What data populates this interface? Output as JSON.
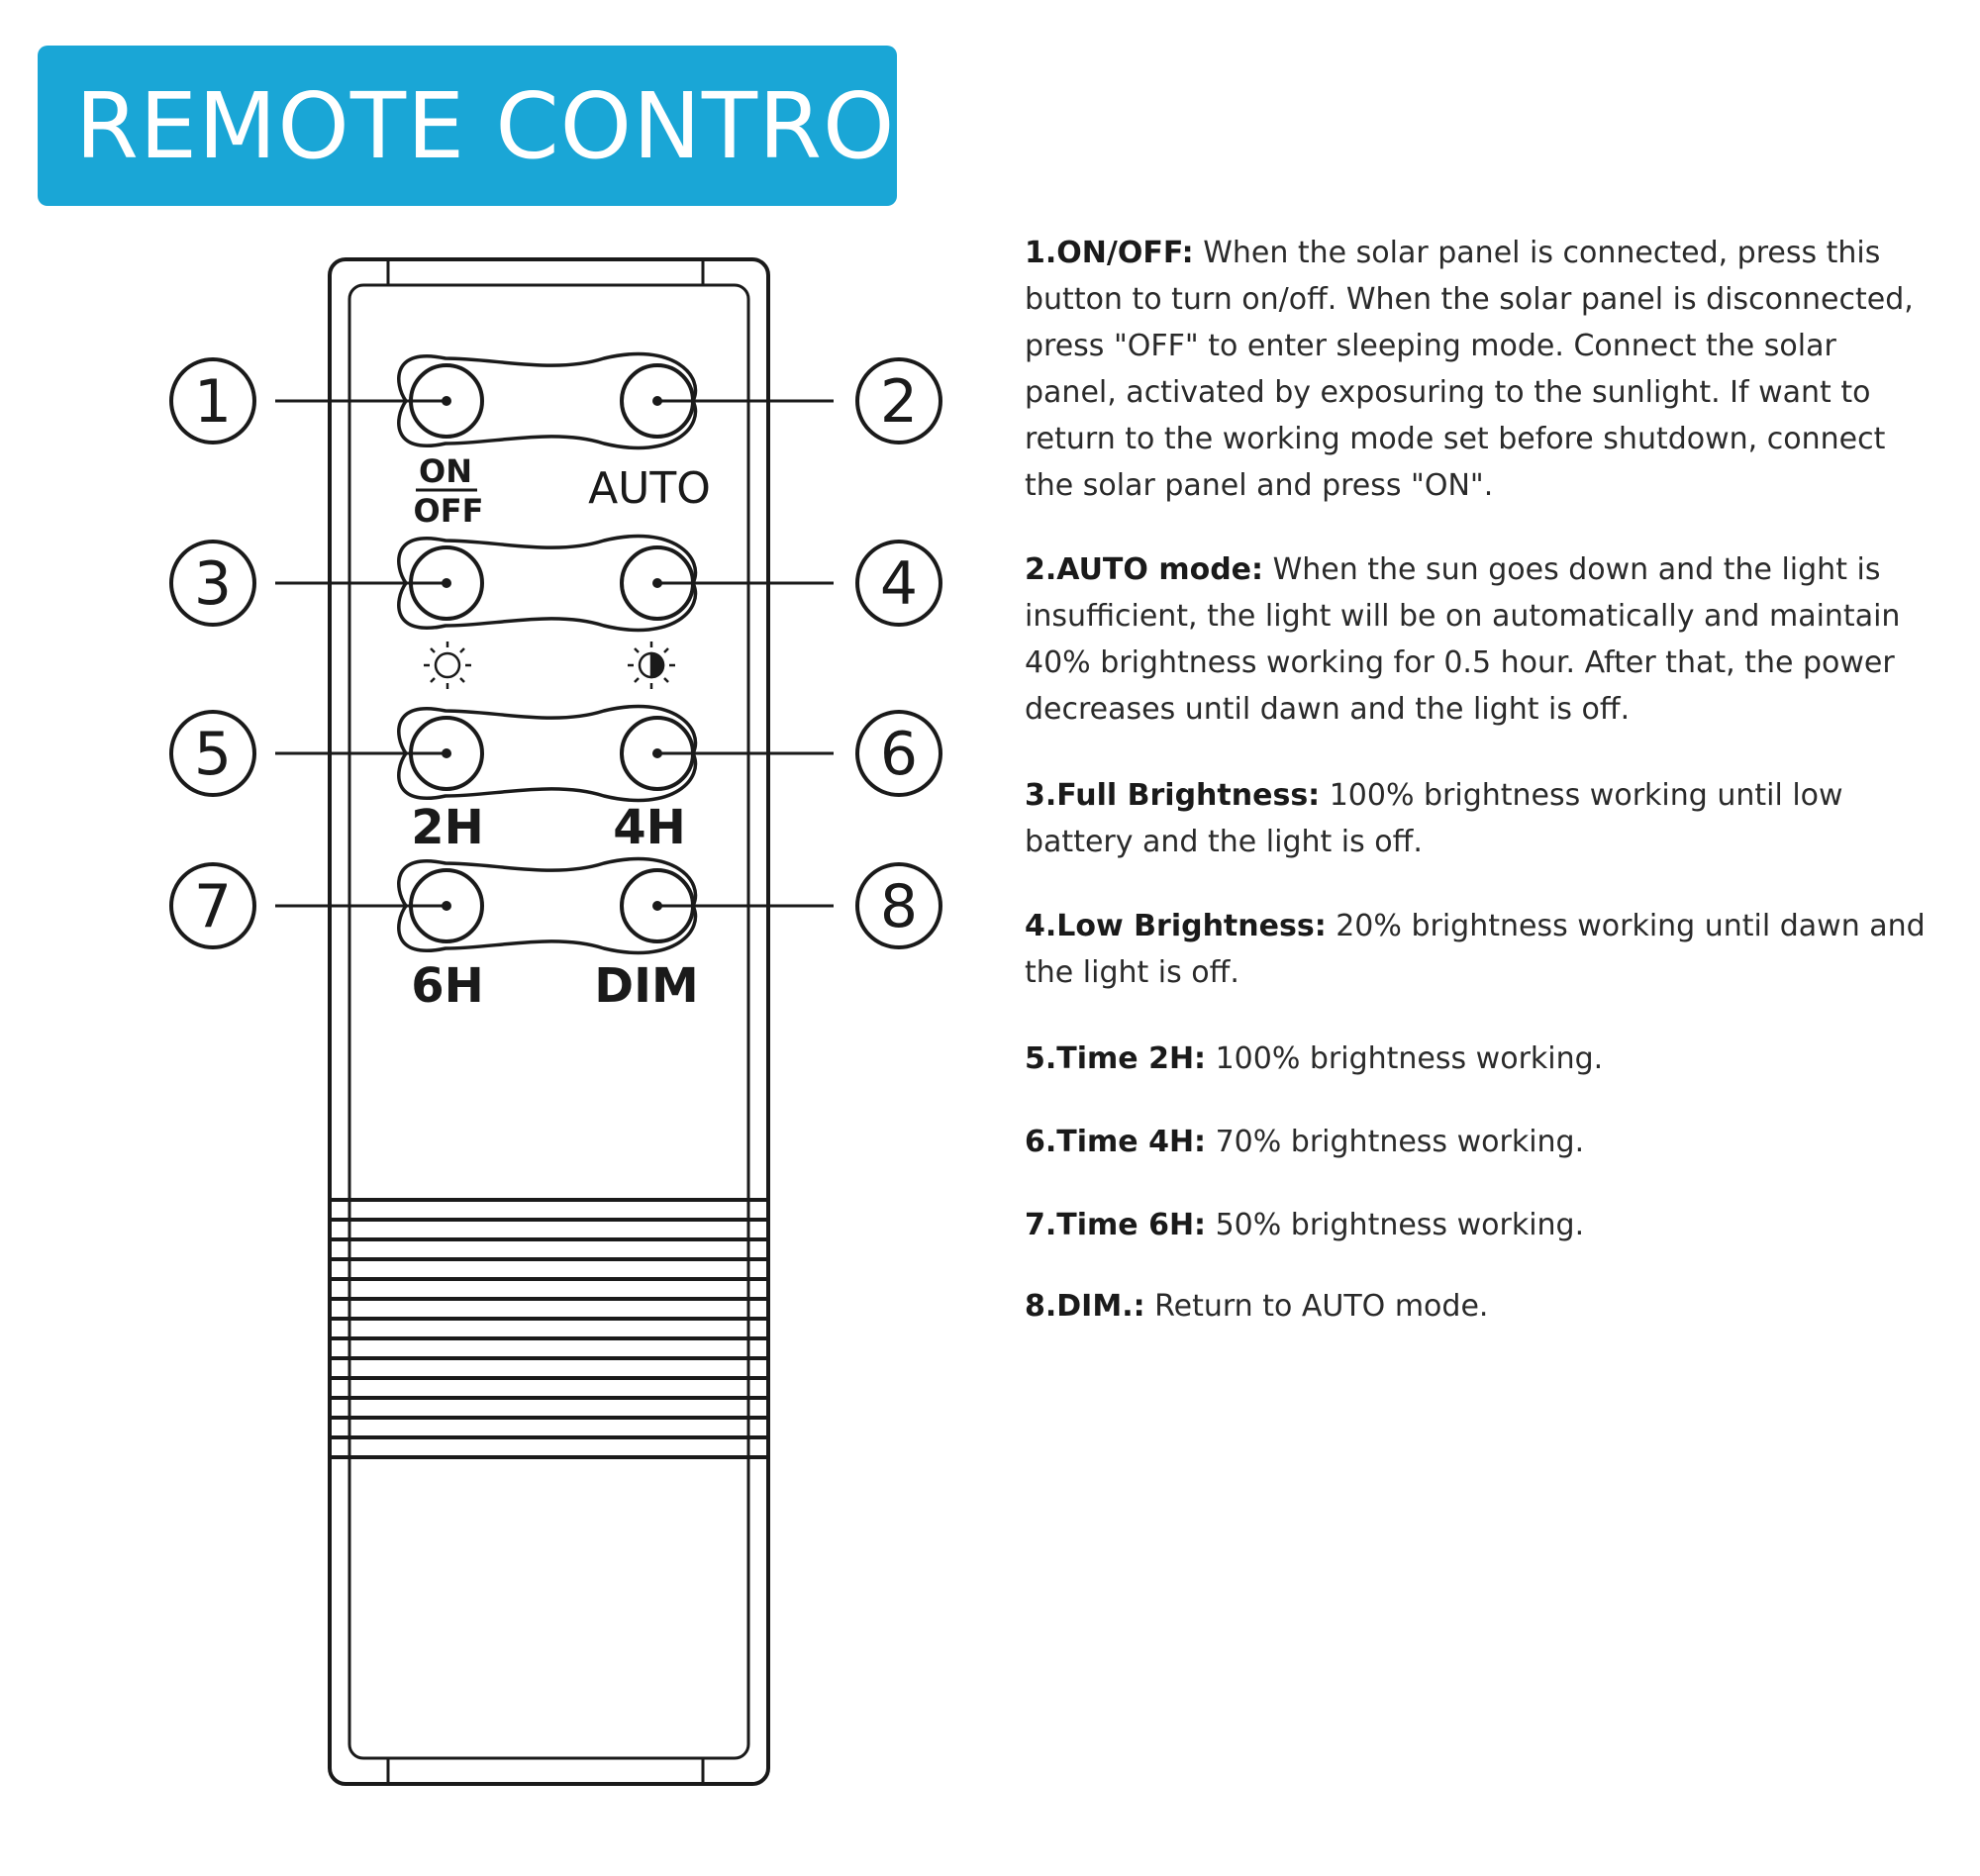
{
  "title": "REMOTE CONTROL",
  "buttons": [
    {
      "number": "1",
      "label_top": "ON",
      "label_bottom": "OFF"
    },
    {
      "number": "2",
      "label": "AUTO"
    },
    {
      "number": "3",
      "icon": "sun-full-icon"
    },
    {
      "number": "4",
      "icon": "sun-half-icon"
    },
    {
      "number": "5",
      "label": "2H"
    },
    {
      "number": "6",
      "label": "4H"
    },
    {
      "number": "7",
      "label": "6H"
    },
    {
      "number": "8",
      "label": "DIM"
    }
  ],
  "descriptions": [
    {
      "key": "1.ON/OFF:",
      "text": " When the solar panel is connected, press this button to turn on/off. When the solar panel is disconnected, press \"OFF\" to enter sleeping mode. Connect the solar panel, activated by exposuring to the sunlight. If want to return to the working mode set before shutdown, connect the solar panel and press \"ON\"."
    },
    {
      "key": "2.AUTO mode:",
      "text": " When the sun goes down and the light is insufficient, the light will be on automatically and maintain 40% brightness working for 0.5 hour. After that, the power decreases until dawn and the light is off."
    },
    {
      "key": "3.Full Brightness:",
      "text": " 100% brightness working until low battery and the light is off."
    },
    {
      "key": "4.Low Brightness:",
      "text": " 20% brightness working until dawn and the light is off."
    },
    {
      "key": "5.Time 2H:",
      "text": " 100% brightness working."
    },
    {
      "key": "6.Time 4H:",
      "text": " 70% brightness working."
    },
    {
      "key": "7.Time 6H:",
      "text": " 50% brightness working."
    },
    {
      "key": "8.DIM.:",
      "text": " Return to AUTO mode."
    }
  ]
}
